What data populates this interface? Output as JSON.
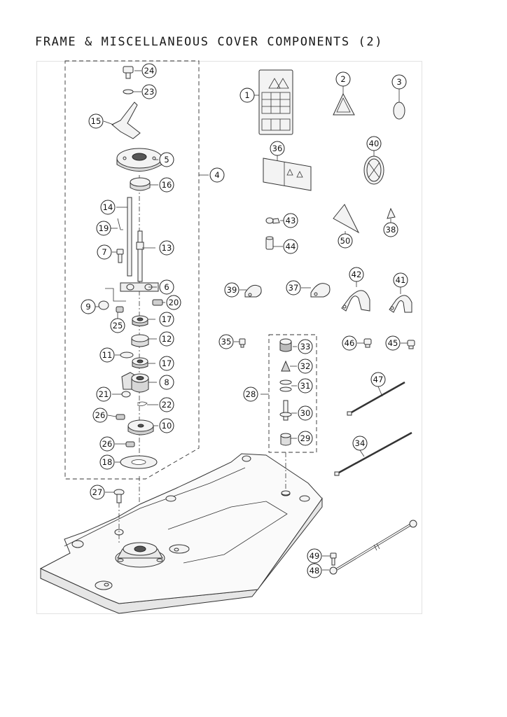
{
  "title": "FRAME & MISCELLANEOUS COVER COMPONENTS (2)",
  "callouts": {
    "c24": "24",
    "c23": "23",
    "c15": "15",
    "c5": "5",
    "c4": "4",
    "c16": "16",
    "c14": "14",
    "c19": "19",
    "c13": "13",
    "c7": "7",
    "c6": "6",
    "c20": "20",
    "c9": "9",
    "c25": "25",
    "c17a": "17",
    "c12": "12",
    "c11": "11",
    "c17b": "17",
    "c8": "8",
    "c21": "21",
    "c22": "22",
    "c26a": "26",
    "c10": "10",
    "c26b": "26",
    "c18": "18",
    "c27": "27",
    "c1": "1",
    "c2": "2",
    "c3": "3",
    "c36": "36",
    "c40": "40",
    "c43": "43",
    "c44": "44",
    "c50": "50",
    "c38": "38",
    "c39": "39",
    "c37": "37",
    "c42": "42",
    "c41": "41",
    "c35": "35",
    "c33": "33",
    "c32": "32",
    "c31": "31",
    "c28": "28",
    "c30": "30",
    "c29": "29",
    "c46": "46",
    "c45": "45",
    "c47": "47",
    "c34": "34",
    "c49": "49",
    "c48": "48"
  }
}
